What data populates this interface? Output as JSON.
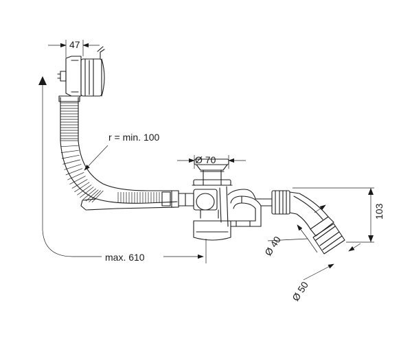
{
  "labels": {
    "dim_overflow_depth": "47",
    "bend_radius": "r = min. 100",
    "dim_plug_diameter": "Ø 70",
    "dim_height": "103",
    "dim_outlet_small": "Ø 40",
    "dim_outlet_large": "Ø 50",
    "dim_max_length": "max. 610"
  },
  "colors": {
    "line": "#1a1a1a",
    "background": "#ffffff"
  }
}
